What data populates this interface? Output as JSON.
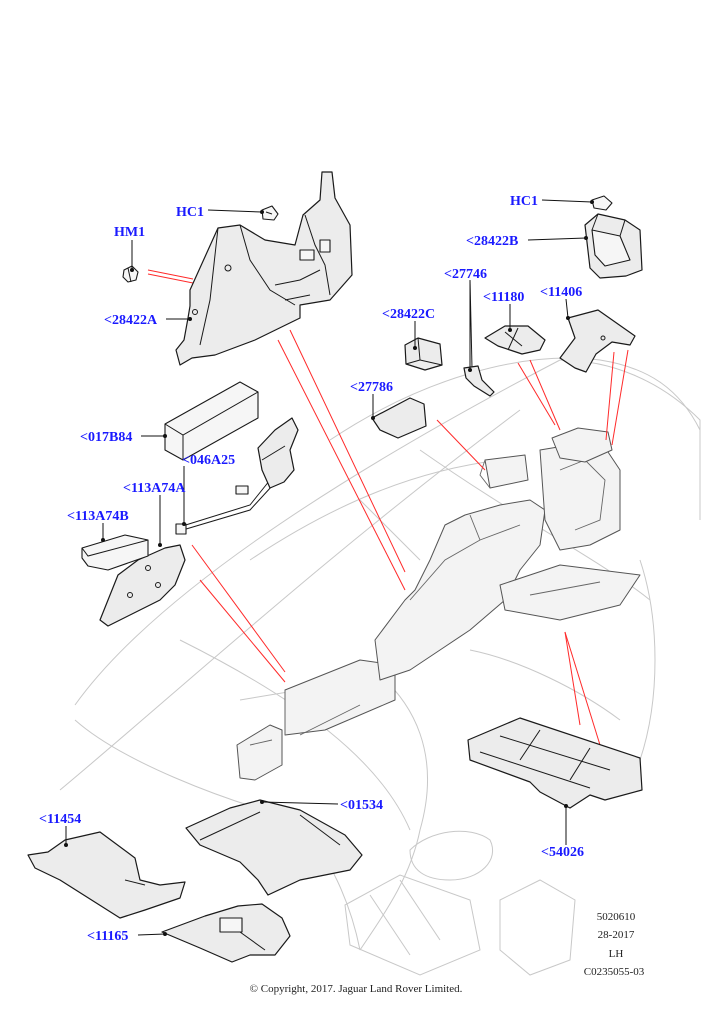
{
  "callouts": {
    "hc1_a": "HC1",
    "hm1": "HM1",
    "p28422a": "<28422A",
    "hc1_b": "HC1",
    "p28422b": "<28422B",
    "p27746": "<27746",
    "p11180": "<11180",
    "p11406": "<11406",
    "p28422c": "<28422C",
    "p27786": "<27786",
    "p017b84": "<017B84",
    "p046a25": "<046A25",
    "p113a74a": "<113A74A",
    "p113a74b": "<113A74B",
    "p11454": "<11454",
    "p01534": "<01534",
    "p54026": "<54026",
    "p11165": "<11165"
  },
  "meta": {
    "code": "5020610",
    "date": "28-2017",
    "side": "LH",
    "ref": "C0235055-03"
  },
  "copyright": "© Copyright, 2017. Jaguar Land Rover Limited.",
  "colors": {
    "callout": "#1a1aff",
    "leader": "#111111",
    "redline": "#ff2a2a",
    "ghost": "#c8c8c8"
  }
}
